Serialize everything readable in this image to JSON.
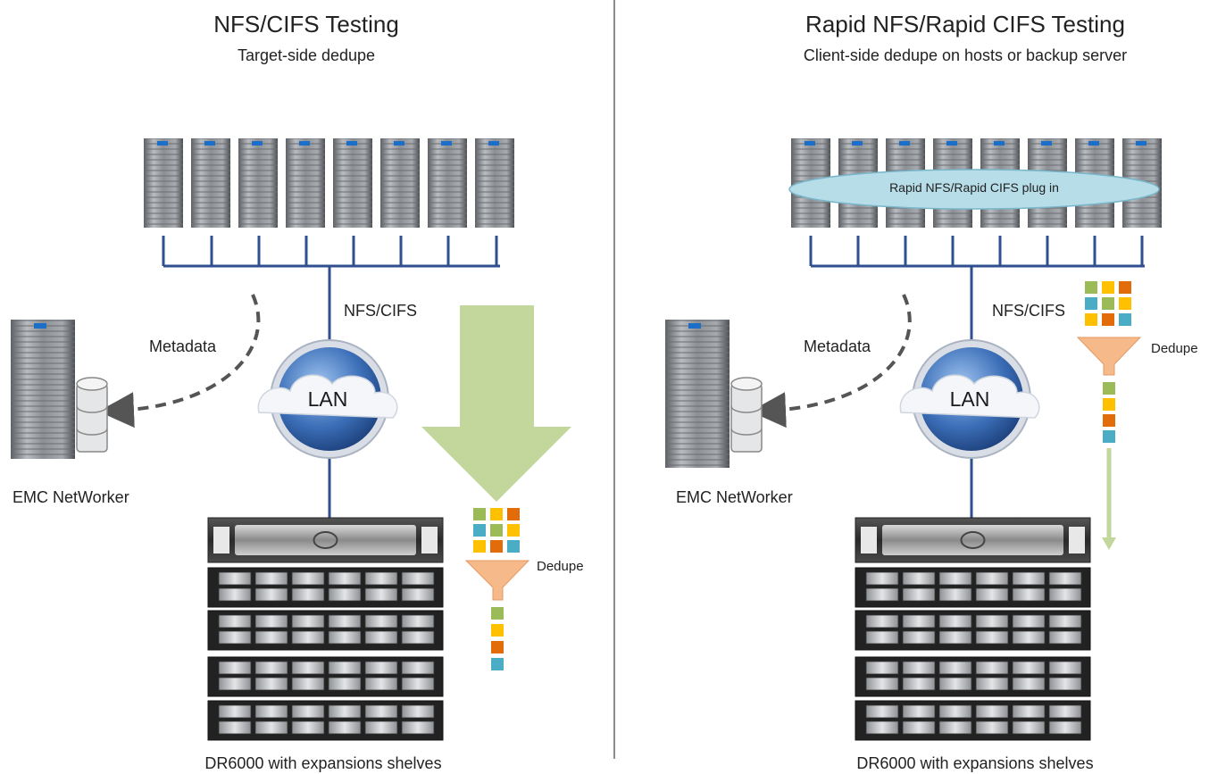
{
  "panels": [
    {
      "title": "NFS/CIFS Testing",
      "subtitle": "Target-side dedupe",
      "protocol_label": "NFS/CIFS",
      "metadata_label": "Metadata",
      "lan_label": "LAN",
      "dedupe_label": "Dedupe",
      "backup_label": "EMC NetWorker",
      "storage_label": "DR6000 with expansions shelves"
    },
    {
      "title": "Rapid NFS/Rapid CIFS Testing",
      "subtitle": "Client-side dedupe on hosts or backup server",
      "plugin_label": "Rapid NFS/Rapid CIFS plug in",
      "protocol_label": "NFS/CIFS",
      "metadata_label": "Metadata",
      "lan_label": "LAN",
      "dedupe_label": "Dedupe",
      "backup_label": "EMC NetWorker",
      "storage_label": "DR6000 with expansions shelves"
    }
  ],
  "colors": {
    "network_line": "#2f4f8f",
    "divider": "#666666",
    "big_arrow": "#c3d69b",
    "funnel": "#f6b98a",
    "plugin_ellipse": "#b7dde8",
    "block_green": "#9bbb59",
    "block_yellow": "#ffc000",
    "block_orange": "#e36c0a",
    "block_blue": "#4bacc6"
  }
}
